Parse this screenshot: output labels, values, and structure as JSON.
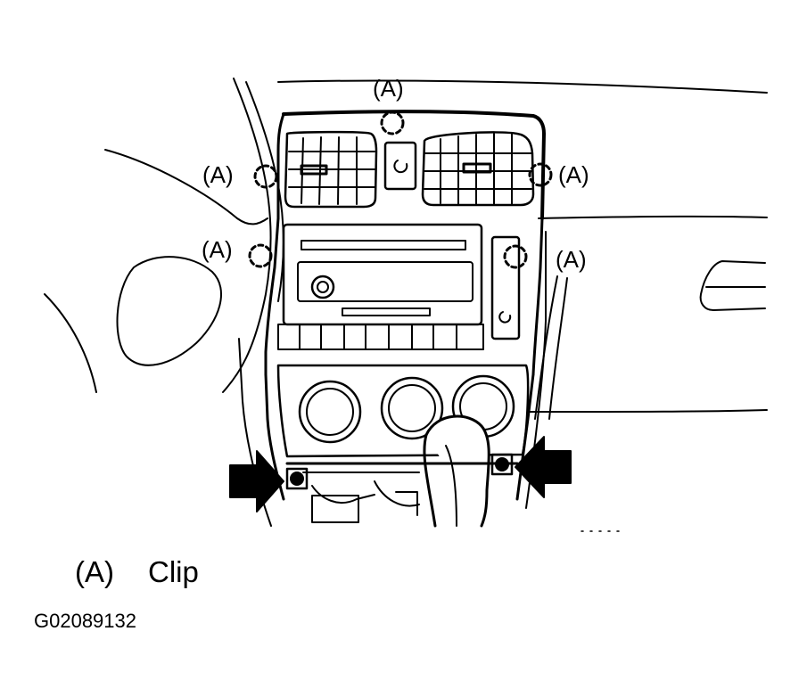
{
  "callouts": {
    "top": "(A)",
    "left_upper": "(A)",
    "right_upper": "(A)",
    "left_lower": "(A)",
    "right_lower": "(A)"
  },
  "legend": {
    "key": "(A)",
    "description": "Clip"
  },
  "figure_id": "G02089132",
  "colors": {
    "ink": "#000000",
    "paper": "#ffffff"
  }
}
